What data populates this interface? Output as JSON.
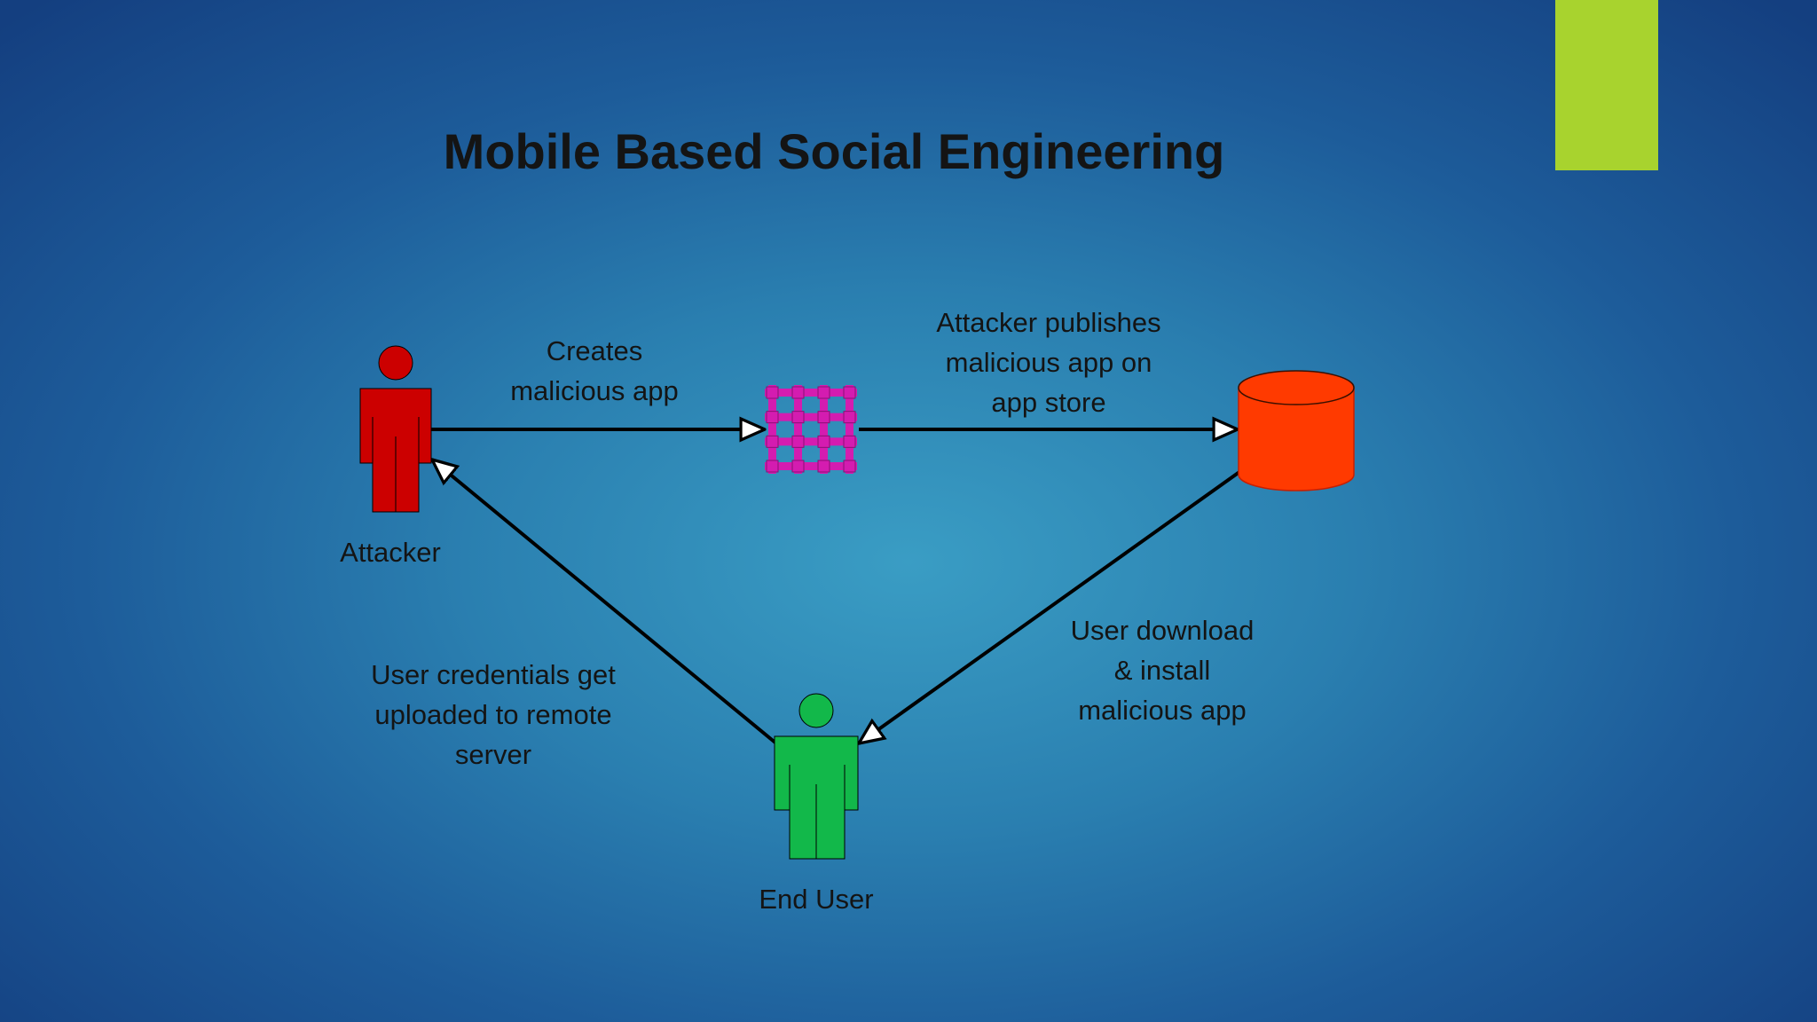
{
  "slide": {
    "title": "Mobile Based Social Engineering",
    "accent_color": "#a8d32e"
  },
  "nodes": {
    "attacker": {
      "label": "Attacker",
      "color": "#cc0000",
      "icon": "person-icon"
    },
    "app": {
      "color": "#d41cb0",
      "icon": "grid-icon"
    },
    "store": {
      "color": "#ff3a00",
      "icon": "cylinder-icon"
    },
    "end_user": {
      "label": "End User",
      "color": "#12b84a",
      "icon": "person-icon"
    }
  },
  "edges": {
    "creates": {
      "label": "Creates\nmalicious app"
    },
    "publishes": {
      "label": "Attacker publishes\nmalicious app on\napp store"
    },
    "download": {
      "label": "User download\n& install\nmalicious app"
    },
    "credentials": {
      "label": "User credentials get\nuploaded to remote\nserver"
    }
  }
}
